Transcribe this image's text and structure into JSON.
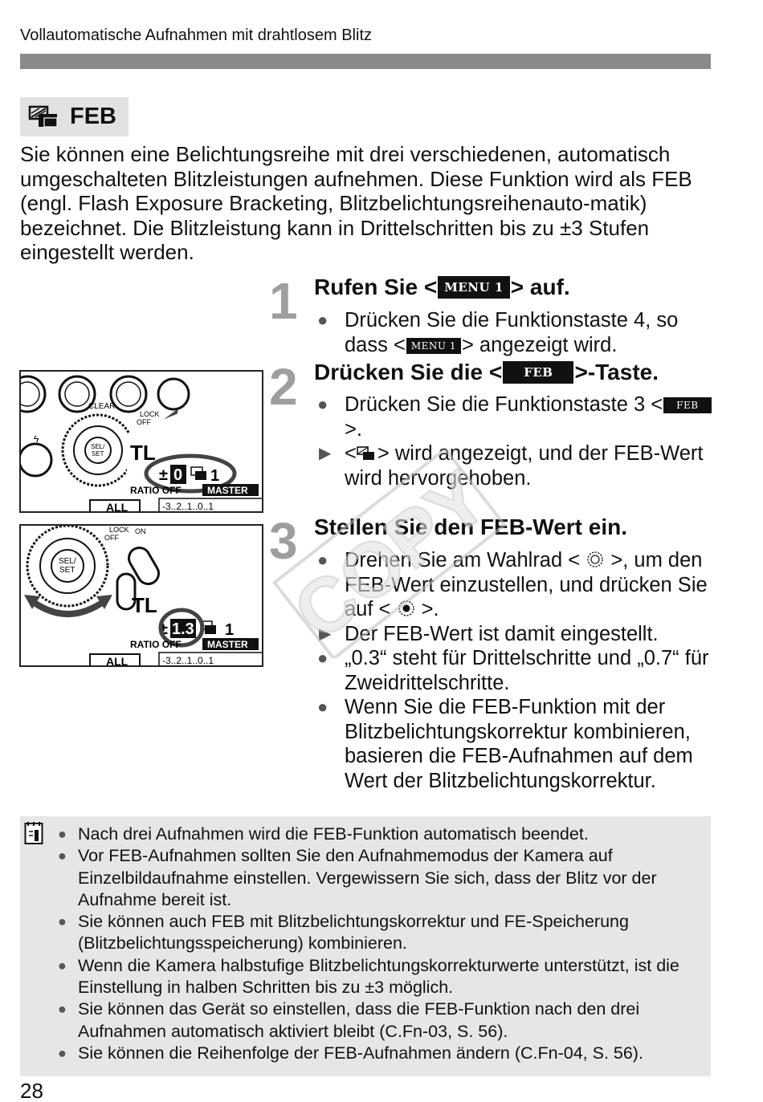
{
  "header": {
    "running_title": "Vollautomatische Aufnahmen mit drahtlosem Blitz"
  },
  "section": {
    "title": "FEB"
  },
  "intro": "Sie können eine Belichtungsreihe mit drei verschiedenen, automatisch umgeschalteten Blitzleistungen aufnehmen. Diese Funktion wird als FEB (engl. Flash Exposure Bracketing, Blitzbelichtungsreihenauto-matik) bezeichnet. Die Blitzleistung kann in Drittelschritten bis zu ±3 Stufen eingestellt werden.",
  "chips": {
    "menu1": "MENU 1",
    "feb": "FEB"
  },
  "steps": [
    {
      "number": "1",
      "title_pre": "Rufen Sie <",
      "title_post": "> auf.",
      "bullets": [
        {
          "pre": "Drücken Sie die Funktionstaste 4, so dass <",
          "post": "> angezeigt wird."
        }
      ]
    },
    {
      "number": "2",
      "title_pre": "Drücken Sie die <",
      "title_post": ">-Taste.",
      "bullets": [
        {
          "pre": "Drücken Sie die Funktionstaste 3 <",
          "post": ">."
        },
        {
          "pre": "<",
          "post": "> wird angezeigt, und der FEB-Wert wird hervorgehoben."
        }
      ]
    },
    {
      "number": "3",
      "title": "Stellen Sie den FEB-Wert ein.",
      "bullets": [
        {
          "pre": "Drehen Sie am Wahlrad < ",
          "mid": " >, um den FEB-Wert einzustellen, und drücken Sie auf < ",
          "post": " >."
        },
        {
          "text": "Der FEB-Wert ist damit eingestellt."
        },
        {
          "text": "„0.3“ steht für Drittelschritte und „0.7“ für Zweidrittelschritte."
        },
        {
          "text": "Wenn Sie die FEB-Funktion mit der Blitzbelichtungskorrektur kombinieren, basieren die FEB-Aufnahmen auf dem Wert der Blitzbelichtungskorrektur."
        }
      ]
    }
  ],
  "illustration_1": {
    "clear_label": "CLEAR",
    "lock_label": "LOCK",
    "off_label": "OFF",
    "sel_label": "SEL/",
    "set_label": "SET",
    "tl_label": "TL",
    "feb_value": "0",
    "feb_prefix": "±",
    "shot_count": "1",
    "ratio_label": "RATIO OFF",
    "master_label": "MASTER",
    "all_label": "ALL",
    "scale_label": "-3..2..1..0..1"
  },
  "illustration_2": {
    "lock_label": "LOCK",
    "on_label": "ON",
    "off_label": "OFF",
    "sel_label": "SEL/",
    "set_label": "SET",
    "tl_label": "TL",
    "feb_value": "1.3",
    "feb_prefix": "±",
    "shot_count": "1",
    "ratio_label": "RATIO OFF",
    "master_label": "MASTER",
    "all_label": "ALL",
    "scale_label": "-3..2..1..0..1"
  },
  "watermark": "COPY",
  "notes": [
    "Nach drei Aufnahmen wird die FEB-Funktion automatisch beendet.",
    "Vor FEB-Aufnahmen sollten Sie den Aufnahmemodus der Kamera auf Einzelbildaufnahme einstellen. Vergewissern Sie sich, dass der Blitz vor der Aufnahme bereit ist.",
    "Sie können auch FEB mit Blitzbelichtungskorrektur und FE-Speicherung (Blitzbelichtungsspeicherung) kombinieren.",
    "Wenn die Kamera halbstufige Blitzbelichtungskorrekturwerte unterstützt, ist die Einstellung in halben Schritten bis zu ±3 möglich.",
    "Sie können das Gerät so einstellen, dass die FEB-Funktion nach den drei Aufnahmen automatisch aktiviert bleibt (C.Fn-03, S. 56).",
    "Sie können die Reihenfolge der FEB-Aufnahmen ändern (C.Fn-04, S. 56)."
  ],
  "page_number": "28"
}
